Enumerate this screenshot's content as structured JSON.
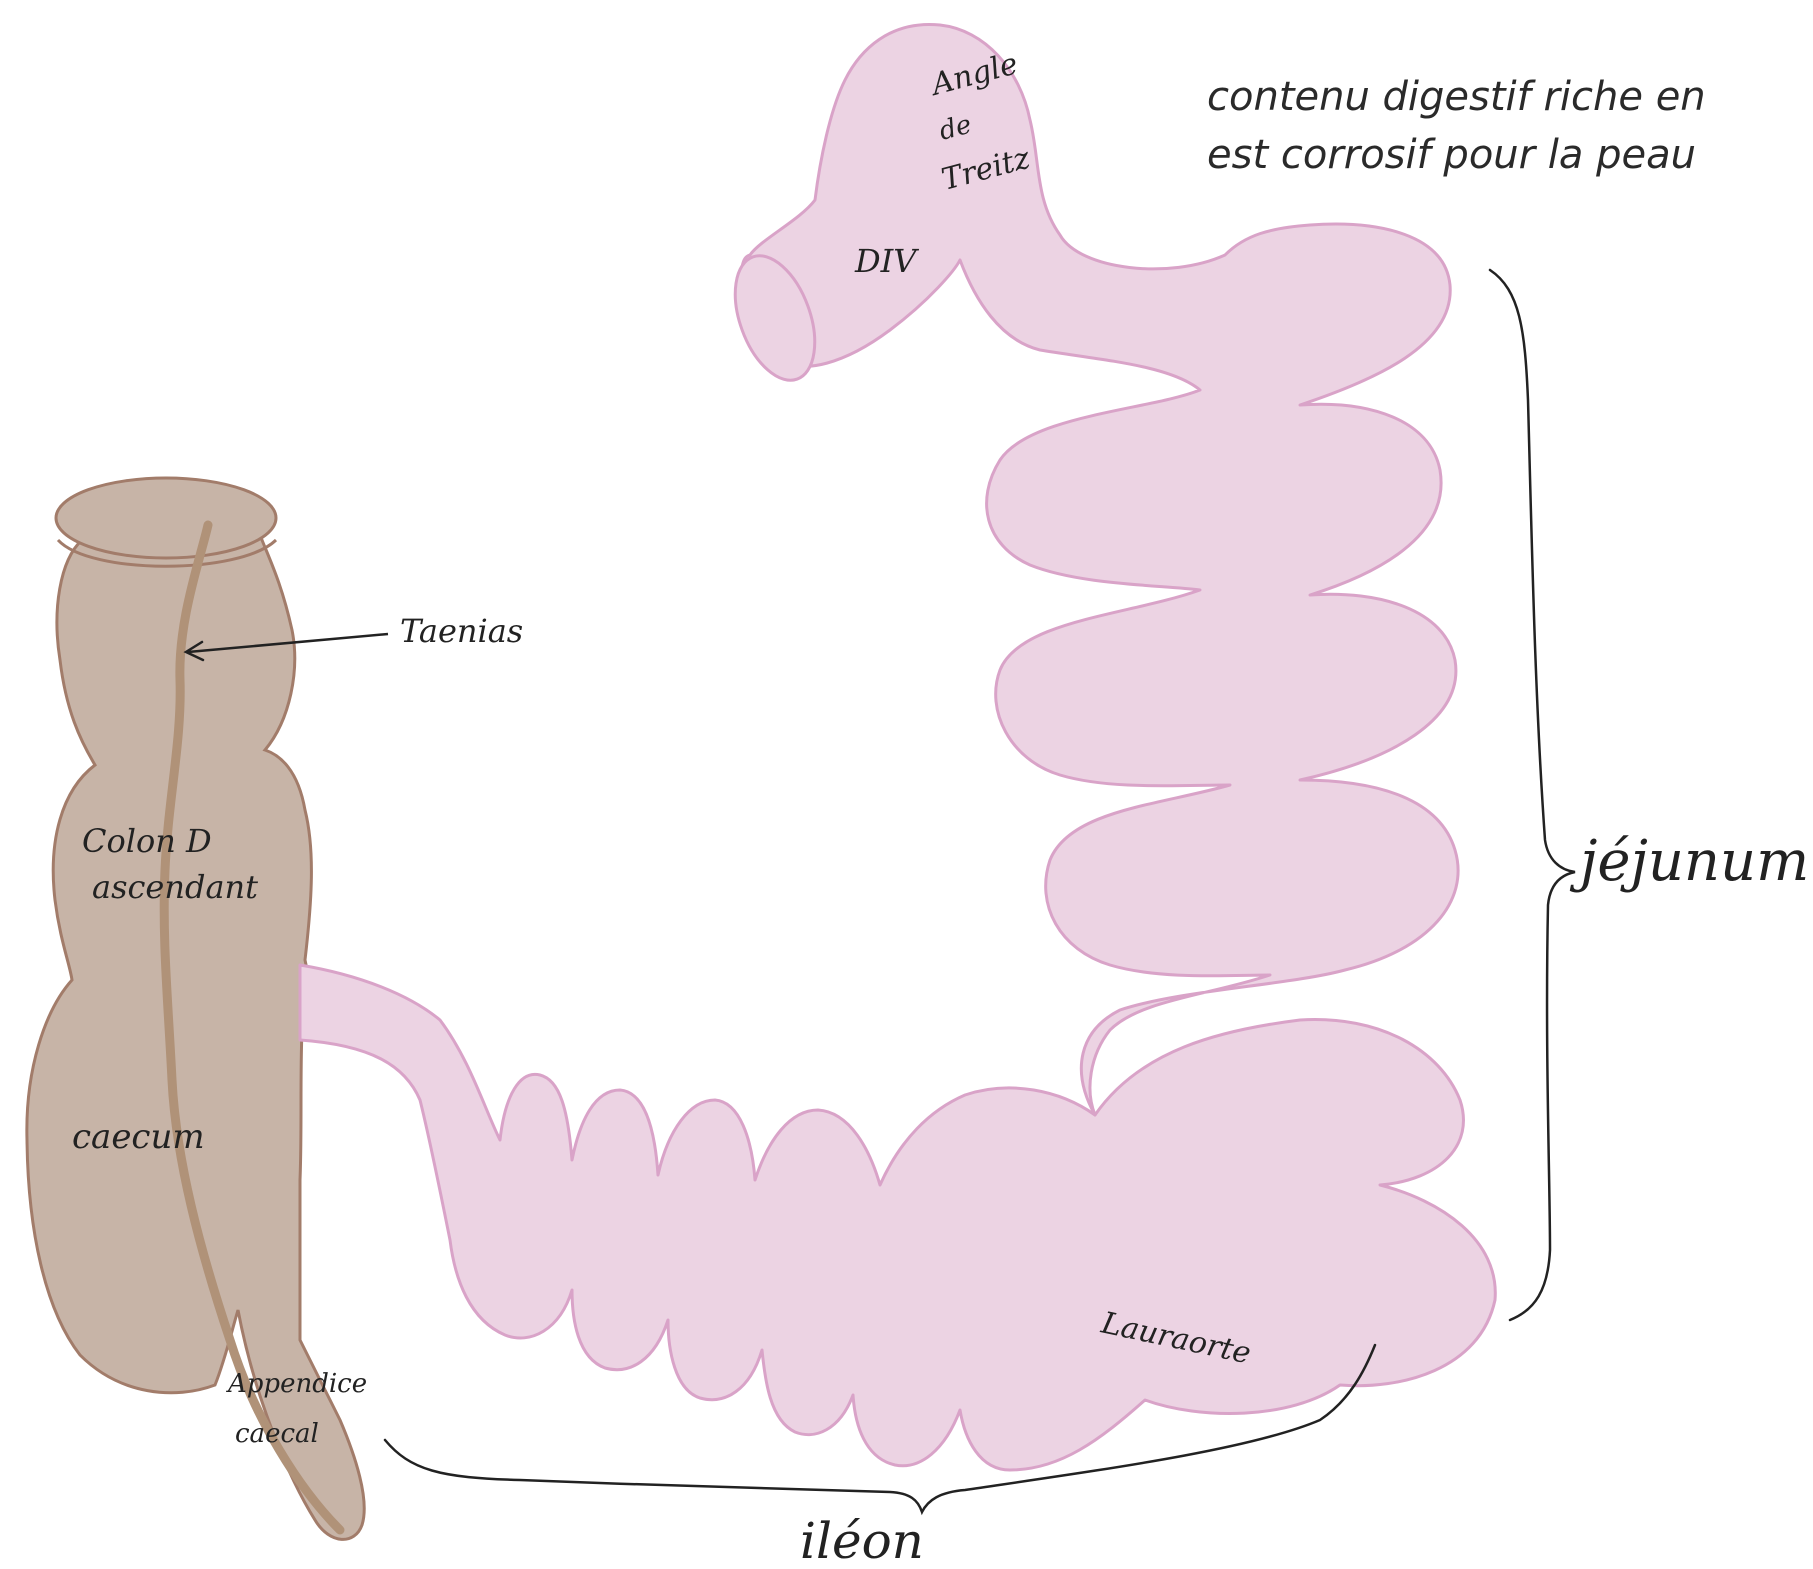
{
  "note": {
    "line1": "contenu digestif riche en",
    "line2": "est corrosif pour la peau"
  },
  "labels": {
    "angle_treitz": [
      "Angle",
      "de",
      "Treitz"
    ],
    "d4": "DIV",
    "taenias": "Taenias",
    "colon": [
      "Colon D",
      "ascendant"
    ],
    "caecum": "caecum",
    "appendice": [
      "Appendice",
      "caecal"
    ],
    "lauraorte": "Lauraorte",
    "jejunum": "jéjunum",
    "ileon": "iléon"
  },
  "colors": {
    "intestine_fill": "#ecd3e3",
    "intestine_stroke": "#d9a3c8",
    "colon_fill": "#c7b4a7",
    "colon_stroke": "#a27c6a",
    "taenia": "#b09278",
    "ink": "#222222"
  }
}
